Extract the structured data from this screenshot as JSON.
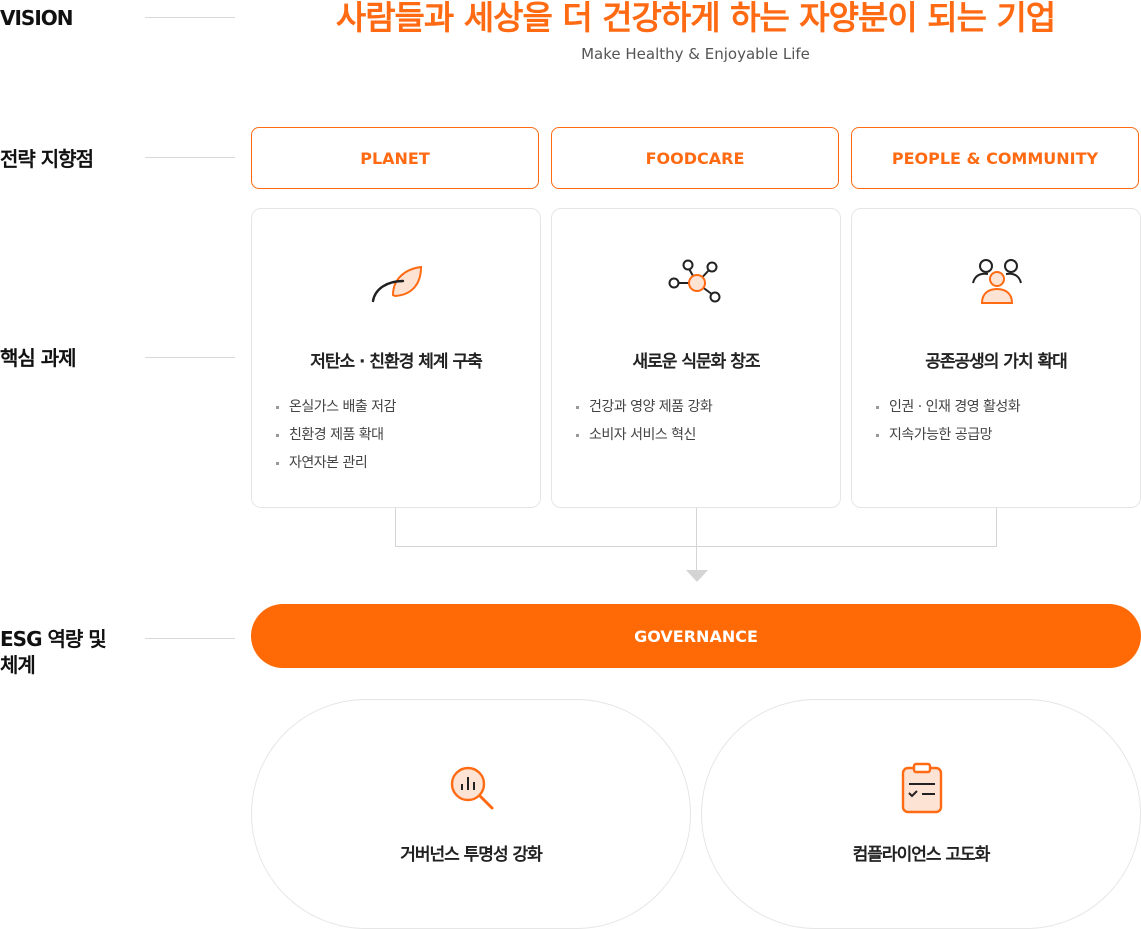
{
  "rows": {
    "vision": "VISION",
    "strategy": "전략 지향점",
    "core": "핵심 과제",
    "esg": [
      "ESG 역량 및",
      "체계"
    ]
  },
  "vision": {
    "title": "사람들과 세상을 더 건강하게 하는 자양분이 되는 기업",
    "subtitle": "Make Healthy & Enjoyable Life"
  },
  "pillars": [
    "PLANET",
    "FOODCARE",
    "PEOPLE & COMMUNITY"
  ],
  "tasks": [
    {
      "icon": "leaf-icon",
      "title": "저탄소 · 친환경 체계 구축",
      "items": [
        "온실가스 배출 저감",
        "친환경 제품 확대",
        "자연자본 관리"
      ]
    },
    {
      "icon": "network-icon",
      "title": "새로운 식문화 창조",
      "items": [
        "건강과 영양 제품 강화",
        "소비자 서비스 혁신"
      ]
    },
    {
      "icon": "people-icon",
      "title": "공존공생의 가치 확대",
      "items": [
        "인권 · 인재 경영 활성화",
        "지속가능한 공급망"
      ]
    }
  ],
  "governance": {
    "label": "GOVERNANCE",
    "items": [
      {
        "icon": "magnifier-chart-icon",
        "title": "거버넌스 투명성 강화"
      },
      {
        "icon": "clipboard-icon",
        "title": "컴플라이언스 고도화"
      }
    ]
  },
  "colors": {
    "accent": "#ff6a13",
    "line": "#d4d4d4"
  }
}
